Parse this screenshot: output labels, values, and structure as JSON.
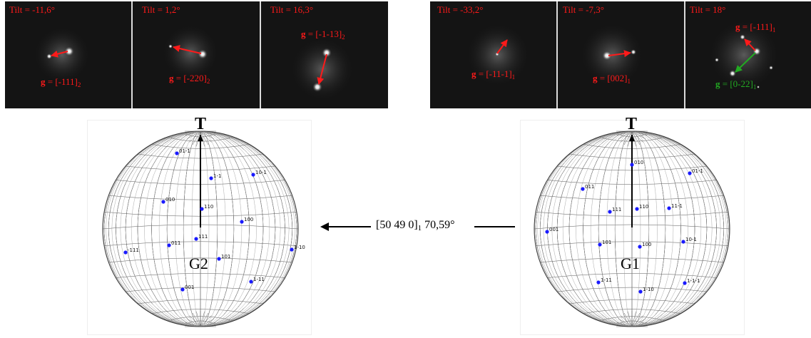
{
  "left_panels": [
    {
      "tilt": "Tilt = -11,6°",
      "g_bold": "g",
      "g_text": " = [-111]",
      "g_sub": "2"
    },
    {
      "tilt": "Tilt = 1,2°",
      "g_bold": "g",
      "g_text": " = [-220]",
      "g_sub": "2"
    },
    {
      "tilt": "Tilt = 16,3°",
      "g_bold": "g",
      "g_text": " = [-1-13]",
      "g_sub": "2"
    }
  ],
  "right_panels": [
    {
      "tilt": "Tilt = -33,2°",
      "g_bold": "g",
      "g_text": " = [-11-1]",
      "g_sub": "1"
    },
    {
      "tilt": "Tilt = -7,3°",
      "g_bold": "g",
      "g_text": " = [002]",
      "g_sub": "1"
    },
    {
      "tilt": "Tilt = 18°",
      "g_bold": "g",
      "g_text": " = [-111]",
      "g_sub": "1",
      "g2_bold": "g",
      "g2_text": " = [0-22]",
      "g2_sub": "1"
    }
  ],
  "stereo_left": {
    "axis_label": "T",
    "grain_label": "G2",
    "poles": [
      "01-1",
      "1-1",
      "10-1",
      "010",
      "110",
      "100",
      "111",
      "011",
      "-111",
      "101",
      "1-11",
      "001",
      "1-10"
    ]
  },
  "stereo_right": {
    "axis_label": "T",
    "grain_label": "G1",
    "poles": [
      "010",
      "01-1",
      "011",
      "111",
      "110",
      "11-1",
      "001",
      "101",
      "100",
      "10-1",
      "1-11",
      "1-10",
      "1-1-1"
    ]
  },
  "relation": {
    "text": "[50 49 0]",
    "sub": "1",
    "angle": " 70,59°"
  },
  "colors": {
    "arrow_red": "#ff1a1a",
    "arrow_green": "#22aa22",
    "pole_blue": "#1a1aff",
    "label_red": "#ff1a1a"
  }
}
